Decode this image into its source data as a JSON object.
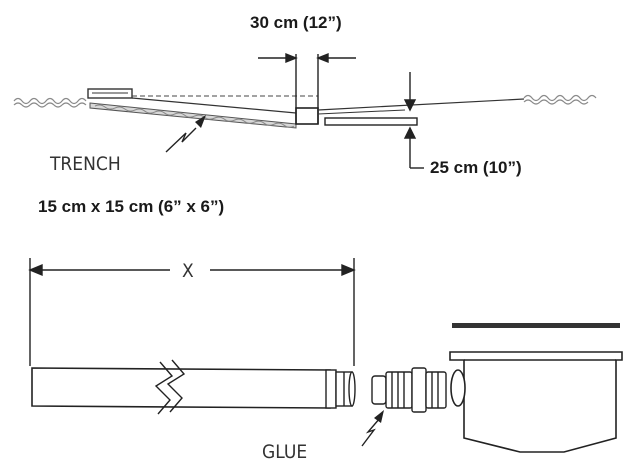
{
  "labels": {
    "width": "30 cm (12”)",
    "trench": "TRENCH",
    "trench_size": "15 cm x 15 cm (6” x 6”)",
    "depth": "25 cm (10”)",
    "length": "X",
    "glue": "GLUE"
  },
  "colors": {
    "ink": "#2a2a2a",
    "ground": "#8a8a8a"
  },
  "icons": {
    "break_mark": "zigzag-break-icon",
    "leader": "lightning-leader-icon"
  }
}
